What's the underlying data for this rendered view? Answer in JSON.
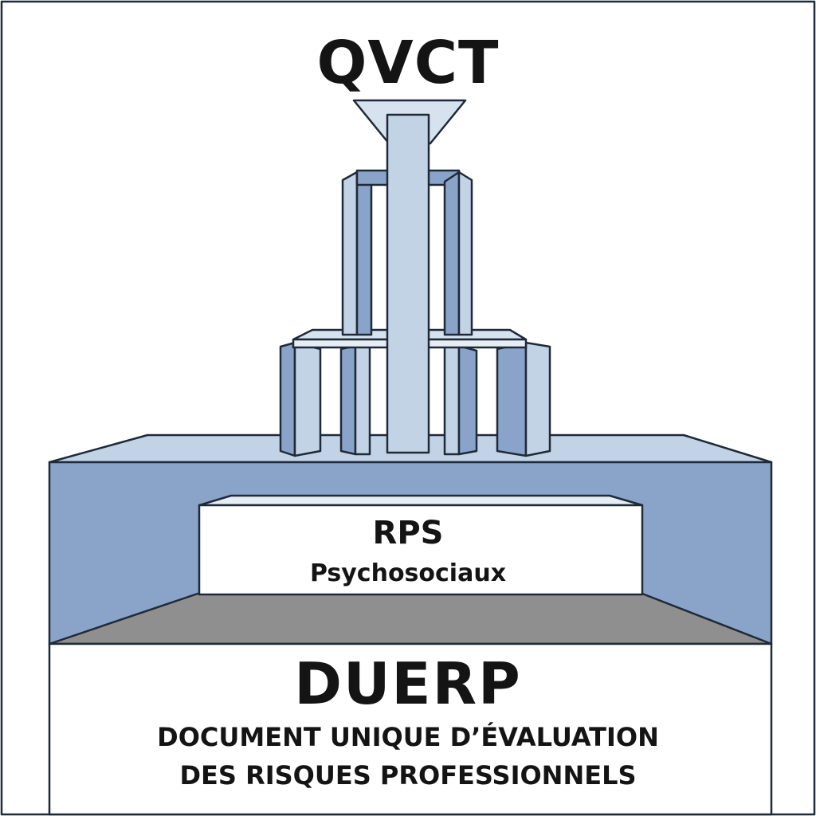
{
  "top": {
    "title": "QVCT"
  },
  "middle": {
    "title": "RPS",
    "subtitle": "Psychosociaux"
  },
  "base": {
    "title": "DUERP",
    "line1": "DOCUMENT UNIQUE D’ÉVALUATION",
    "line2": "DES RISQUES PROFESSIONNELS"
  },
  "colors": {
    "outline": "#1e2a38",
    "wall_blue": "#8aa3c8",
    "light_blue": "#c3d3e6",
    "pale_blue": "#d7e2ef",
    "floor_gray": "#8f8f8f",
    "white": "#ffffff"
  }
}
